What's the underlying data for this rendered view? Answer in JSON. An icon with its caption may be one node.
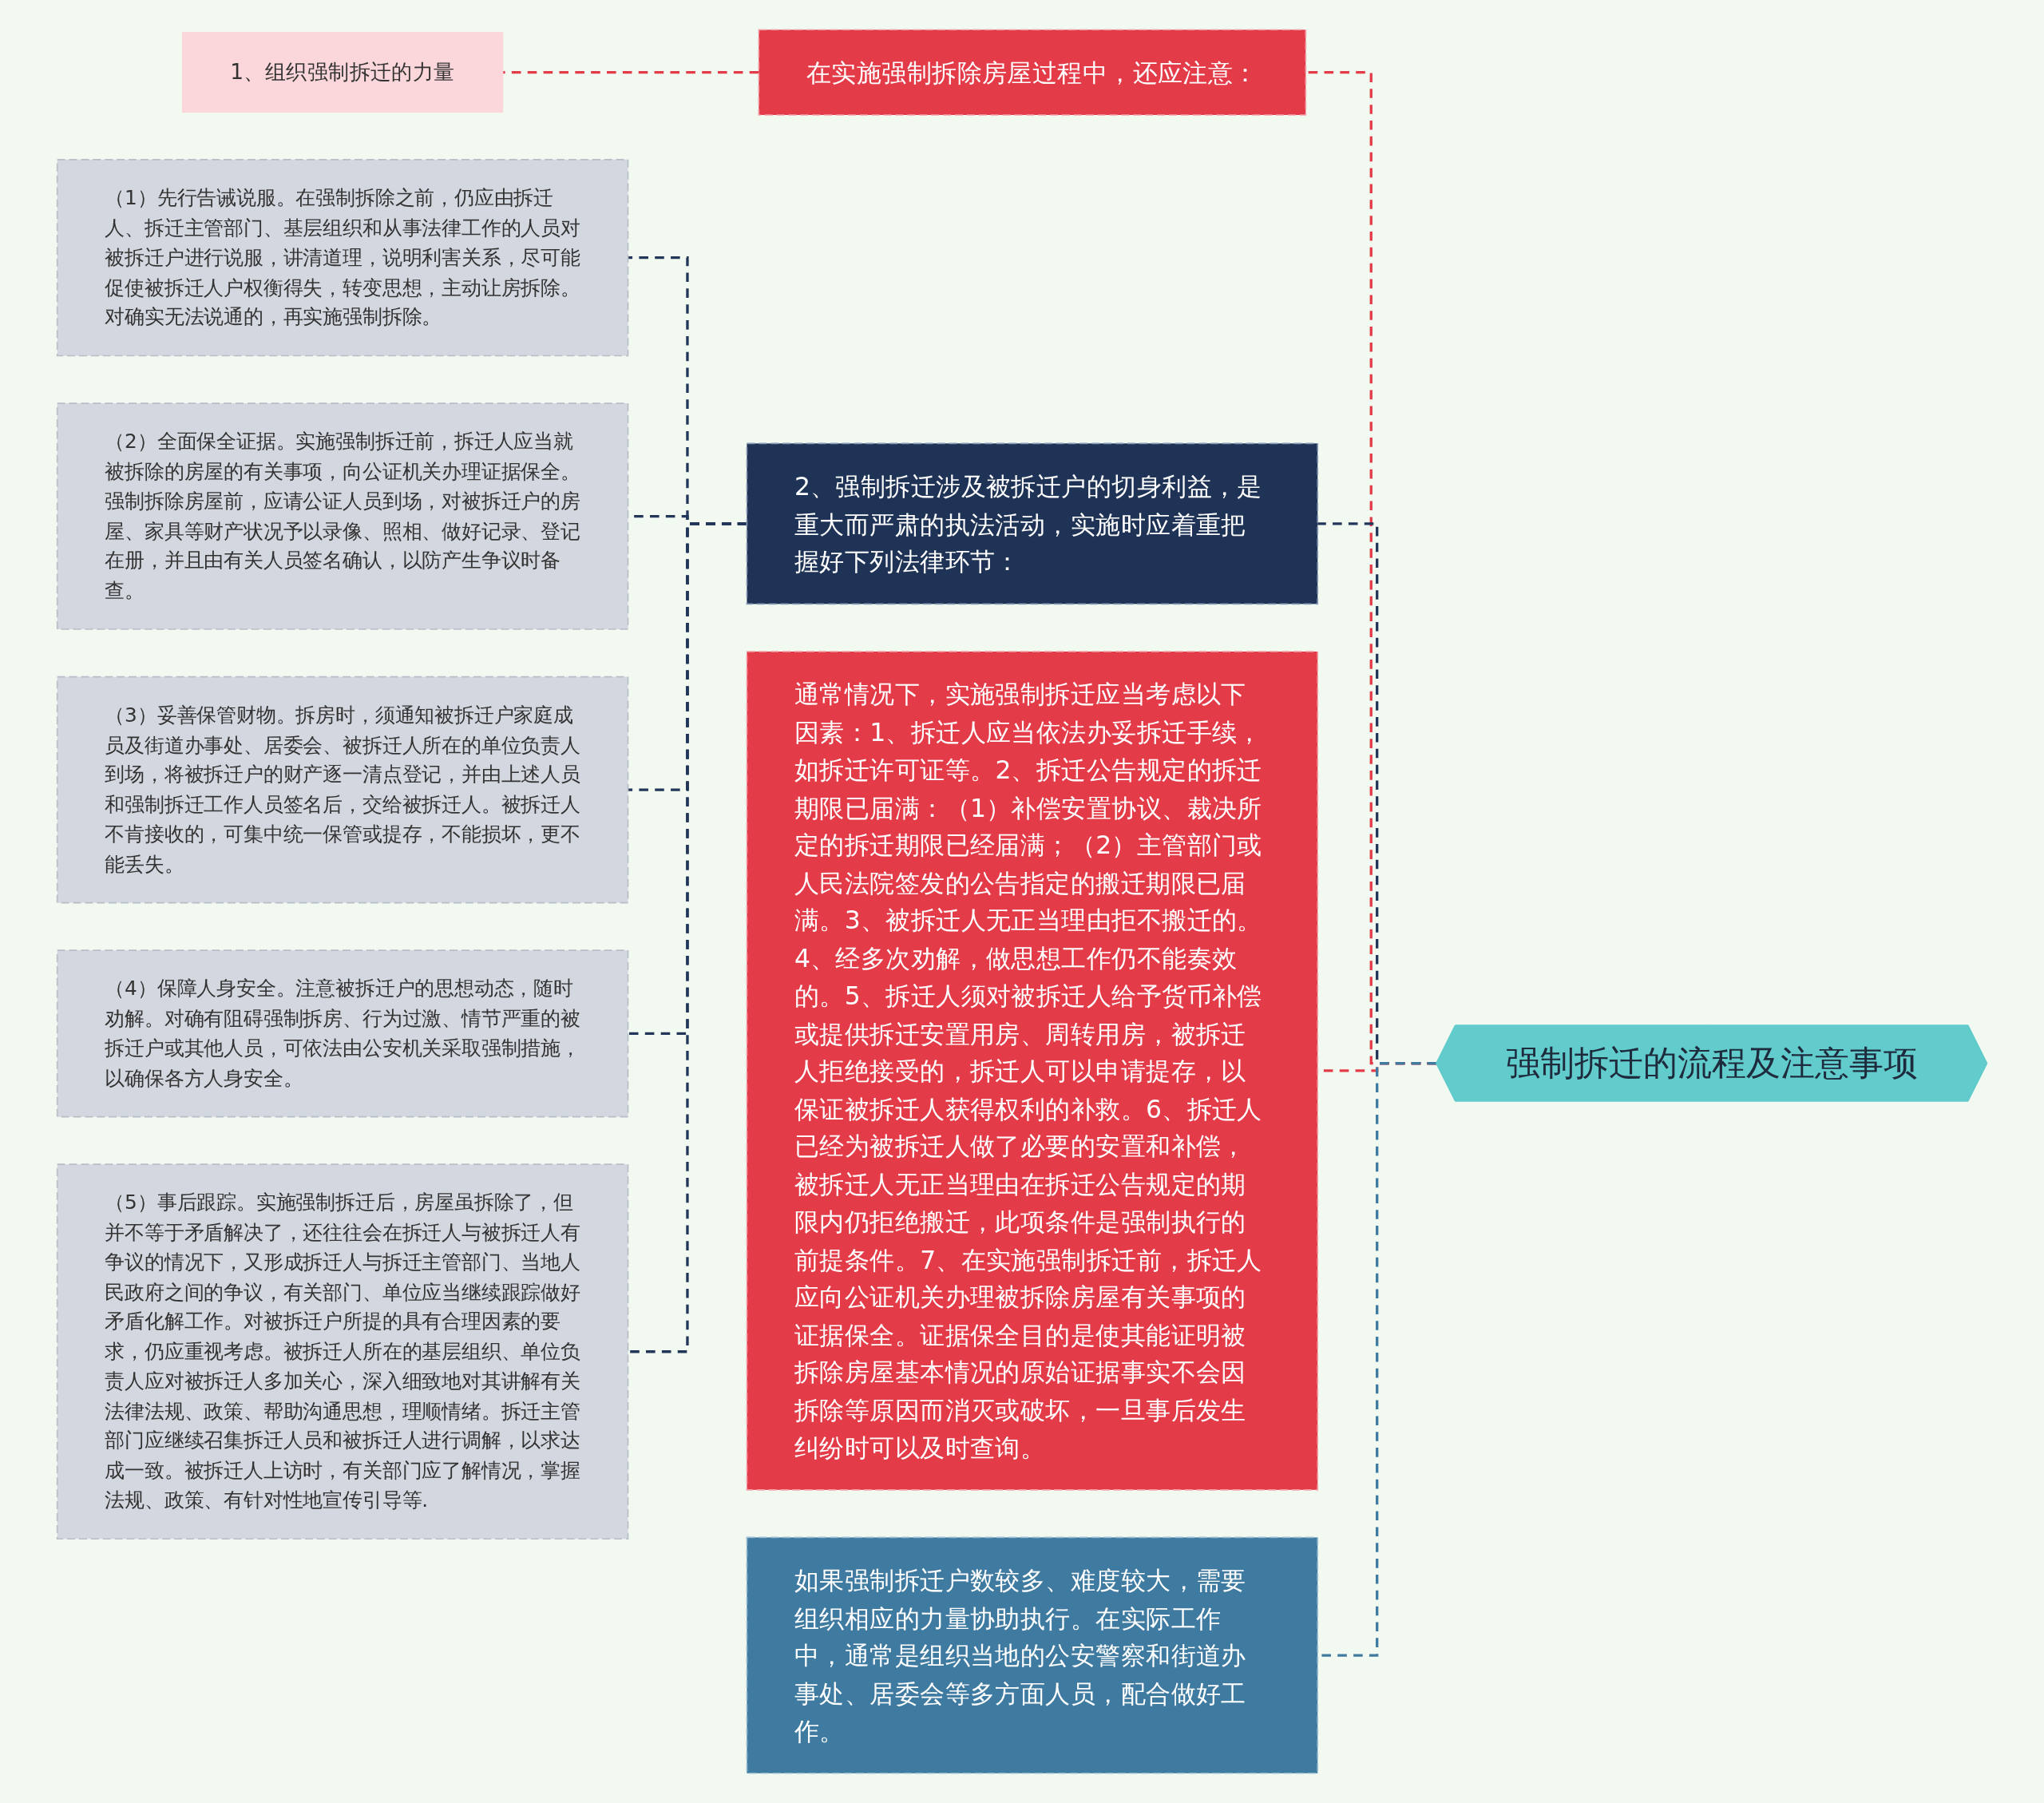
{
  "diagram": {
    "nodes": [
      {
        "text": [
          "强制拆迁的流程及注意事项"
        ]
      },
      {
        "text": [
          "在实施强制拆除房屋过程中，还应注意："
        ]
      },
      {
        "text": [
          "1、组织强制拆迁的力量"
        ]
      },
      {
        "text": [
          "2、强制拆迁涉及被拆迁户的切身利益，是重大而严肃的执法活动，实施时应着重把握好下列法律环节："
        ]
      },
      {
        "text": [
          "（1）先行告诫说服。在强制拆除之前，仍应由拆迁人、拆迁主管部门、基层组织和从事法律工作的人员对被拆迁户进行说服，讲清道理，说明利害关系，尽可能促使被拆迁人户权衡得失，转变思想，主动让房拆除。对确实无法说通的，再实施强制拆除。"
        ]
      },
      {
        "text": [
          "（2）全面保全证据。实施强制拆迁前，拆迁人应当就被拆除的房屋的有关事项，向公证机关办理证据保全。强制拆除房屋前，应请公证人员到场，对被拆迁户的房屋、家具等财产状况予以录像、照相、做好记录、登记在册，并且由有关人员签名确认，以防产生争议时备查。"
        ]
      },
      {
        "text": [
          "（3）妥善保管财物。拆房时，须通知被拆迁户家庭成员及街道办事处、居委会、被拆迁人所在的单位负责人到场，将被拆迁户的财产逐一清点登记，并由上述人员和强制拆迁工作人员签名后，交给被拆迁人。被拆迁人不肯接收的，可集中统一保管或提存，不能损坏，更不能丢失。"
        ]
      },
      {
        "text": [
          "（4）保障人身安全。注意被拆迁户的思想动态，随时劝解。对确有阻碍强制拆房、行为过激、情节严重的被拆迁户或其他人员，可依法由公安机关采取强制措施，以确保各方人身安全。"
        ]
      },
      {
        "text": [
          "（5）事后跟踪。实施强制拆迁后，房屋虽拆除了，但并不等于矛盾解决了，还往往会在拆迁人与被拆迁人有争议的情况下，又形成拆迁人与拆迁主管部门、当地人民政府之间的争议，有关部门、单位应当继续跟踪做好矛盾化解工作。对被拆迁户所提的具有合理因素的要求，仍应重视考虑。被拆迁人所在的基层组织、单位负责人应对被拆迁人多加关心，深入细致地对其讲解有关法律法规、政策、帮助沟通思想，理顺情绪。拆迁主管部门应继续召集拆迁人员和被拆迁人进行调解，以求达成一致。被拆迁人上访时，有关部门应了解情况，掌握法规、政策、有针对性地宣传引导等."
        ]
      },
      {
        "text": [
          "通常情况下，实施强制拆迁应当考虑以下因素：1、拆迁人应当依法办妥拆迁手续，如拆迁许可证等。2、拆迁公告规定的拆迁期限已届满：（1）补偿安置协议、裁决所定的拆迁期限已经届满；（2）主管部门或人民法院签发的公告指定的搬迁期限已届满。3、被拆迁人无正当理由拒不搬迁的。4、经多次劝解，做思想工作仍不能奏效的。5、拆迁人须对被拆迁人给予货币补偿或提供拆迁安置用房、周转用房，被拆迁人拒绝接受的，拆迁人可以申请提存，以保证被拆迁人获得权利的补救。6、拆迁人已经为被拆迁人做了必要的安置和补偿，被拆迁人无正当理由在拆迁公告规定的期限内仍拒绝搬迁，此项条件是强制执行的前提条件。7、在实施强制拆迁前，拆迁人应向公证机关办理被拆除房屋有关事项的证据保全。证据保全目的是使其能证明被拆除房屋基本情况的原始证据事实不会因拆除等原因而消灭或破坏，一旦事后发生纠纷时可以及时查询。"
        ]
      },
      {
        "text": [
          "如果强制拆迁户数较多、难度较大，需要组织相应的力量协助执行。在实际工作中，通常是组织当地的公安警察和街道办事处、居委会等多方面人员，配合做好工作。"
        ]
      }
    ],
    "edges": [
      {
        "from": 0,
        "to": 1,
        "arrow": "none",
        "style": "dashed",
        "color": "#e33b48"
      },
      {
        "from": 1,
        "to": 2,
        "arrow": "none",
        "style": "dashed",
        "color": "#e33b48"
      },
      {
        "from": 0,
        "to": 3,
        "arrow": "none",
        "style": "dashed"
      },
      {
        "from": 3,
        "to": 4,
        "arrow": "none",
        "style": "dashed"
      },
      {
        "from": 3,
        "to": 5,
        "arrow": "none",
        "style": "dashed"
      },
      {
        "from": 3,
        "to": 6,
        "arrow": "none",
        "style": "dashed"
      },
      {
        "from": 3,
        "to": 7,
        "arrow": "none",
        "style": "dashed"
      },
      {
        "from": 3,
        "to": 8,
        "arrow": "none",
        "style": "dashed"
      },
      {
        "from": 0,
        "to": 9,
        "arrow": "none",
        "style": "dashed",
        "color": "#e33b48"
      },
      {
        "from": 0,
        "to": 10,
        "arrow": "none",
        "style": "dashed",
        "color": "#3f7aa0"
      }
    ]
  }
}
